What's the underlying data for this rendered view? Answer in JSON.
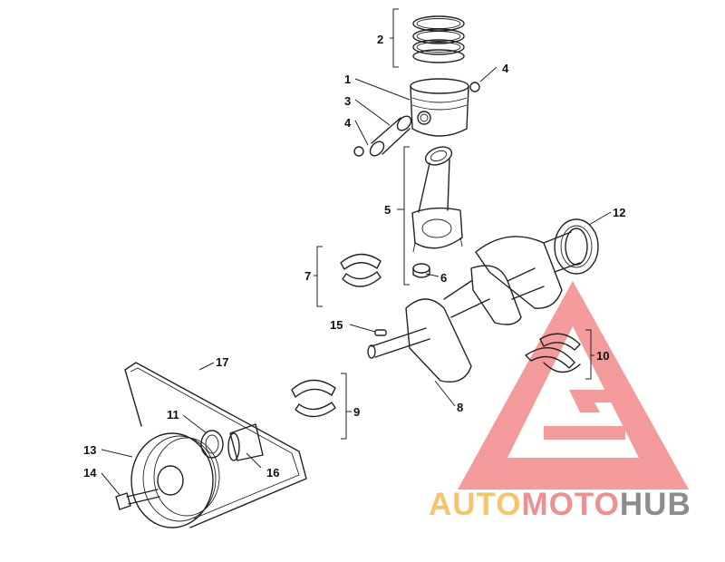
{
  "diagram": {
    "callouts": [
      {
        "id": "1",
        "label": "1"
      },
      {
        "id": "2",
        "label": "2"
      },
      {
        "id": "3",
        "label": "3"
      },
      {
        "id": "4a",
        "label": "4"
      },
      {
        "id": "4b",
        "label": "4"
      },
      {
        "id": "5",
        "label": "5"
      },
      {
        "id": "6",
        "label": "6"
      },
      {
        "id": "7",
        "label": "7"
      },
      {
        "id": "8",
        "label": "8"
      },
      {
        "id": "9",
        "label": "9"
      },
      {
        "id": "10",
        "label": "10"
      },
      {
        "id": "11",
        "label": "11"
      },
      {
        "id": "12",
        "label": "12"
      },
      {
        "id": "13",
        "label": "13"
      },
      {
        "id": "14",
        "label": "14"
      },
      {
        "id": "15",
        "label": "15"
      },
      {
        "id": "16",
        "label": "16"
      },
      {
        "id": "17",
        "label": "17"
      }
    ],
    "parts": [
      {
        "id": "piston-rings",
        "icon": "piston-rings-icon"
      },
      {
        "id": "piston",
        "icon": "piston-icon"
      },
      {
        "id": "piston-pin",
        "icon": "piston-pin-icon"
      },
      {
        "id": "circlip",
        "icon": "circlip-icon"
      },
      {
        "id": "connecting-rod",
        "icon": "connecting-rod-icon"
      },
      {
        "id": "rod-nut",
        "icon": "nut-icon"
      },
      {
        "id": "rod-bearing",
        "icon": "bearing-shell-icon"
      },
      {
        "id": "crankshaft",
        "icon": "crankshaft-icon"
      },
      {
        "id": "main-bearing",
        "icon": "bearing-shell-icon"
      },
      {
        "id": "thrust-washer",
        "icon": "thrust-washer-icon"
      },
      {
        "id": "oil-seal",
        "icon": "oil-seal-icon"
      },
      {
        "id": "pulley",
        "icon": "pulley-icon"
      },
      {
        "id": "bolt",
        "icon": "bolt-icon"
      },
      {
        "id": "key",
        "icon": "key-icon"
      },
      {
        "id": "drive-gear",
        "icon": "gear-icon"
      },
      {
        "id": "drive-belt",
        "icon": "belt-icon"
      }
    ]
  },
  "watermark": {
    "segments": [
      {
        "text": "AUTO",
        "color": "#f5c56e"
      },
      {
        "text": "MOTO",
        "color": "#ef9090"
      },
      {
        "text": "HUB",
        "color": "#8c8c8c"
      }
    ],
    "logo_color": "#f28a8a"
  }
}
